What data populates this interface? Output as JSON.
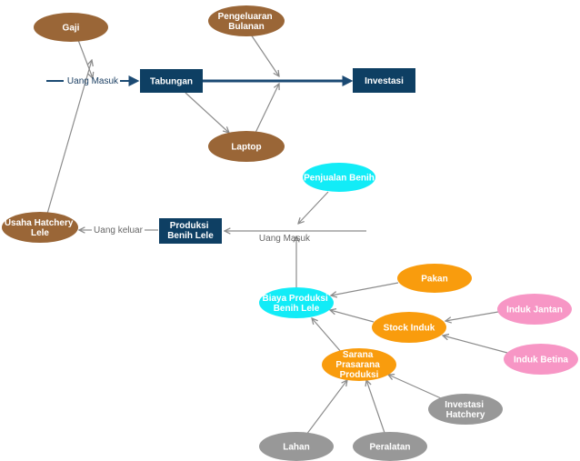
{
  "colors": {
    "brown": "#9a6637",
    "navy": "#0e3f63",
    "cyan": "#12ecf7",
    "orange": "#f99c0d",
    "pink": "#f796c5",
    "gray": "#989898",
    "edge_gray": "#8c8c8c",
    "edge_navy": "#1b4a73"
  },
  "nodes": {
    "gaji": "Gaji",
    "pengeluaran_bulanan": "Pengeluaran Bulanan",
    "tabungan": "Tabungan",
    "investasi": "Investasi",
    "laptop": "Laptop",
    "penjualan_benih": "Penjualan Benih",
    "usaha_hatchery_lele": "Usaha Hatchery Lele",
    "produksi_benih_lele": "Produksi Benih Lele",
    "biaya_produksi_benih_lele": "Biaya Produksi Benih Lele",
    "pakan": "Pakan",
    "stock_induk": "Stock Induk",
    "induk_jantan": "Induk Jantan",
    "induk_betina": "Induk Betina",
    "sarana_prasarana_produksi": "Sarana Prasarana Produksi",
    "investasi_hatchery": "Investasi Hatchery",
    "lahan": "Lahan",
    "peralatan": "Peralatan"
  },
  "edge_labels": {
    "uang_masuk_top": "Uang Masuk",
    "uang_keluar": "Uang keluar",
    "uang_masuk_mid": "Uang Masuk"
  }
}
